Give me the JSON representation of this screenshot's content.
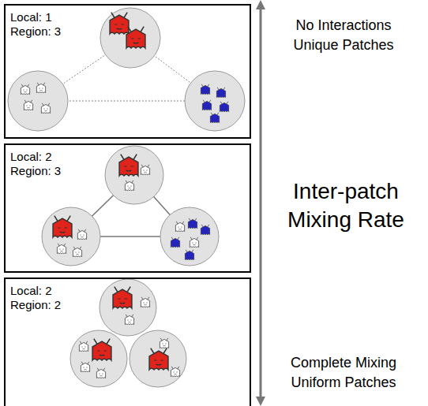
{
  "diagram": {
    "nodes": [
      {
        "text": [
          "Local: 1",
          "Region: 3"
        ]
      },
      {
        "text": [
          "Local: 2",
          "Region: 3"
        ]
      },
      {
        "text": [
          "Local: 2",
          "Region: 2"
        ]
      }
    ],
    "labels": [
      "No Interactions Unique Patches",
      "Inter-patch Mixing Rate",
      "Complete Mixing Uniform Patches"
    ]
  }
}
